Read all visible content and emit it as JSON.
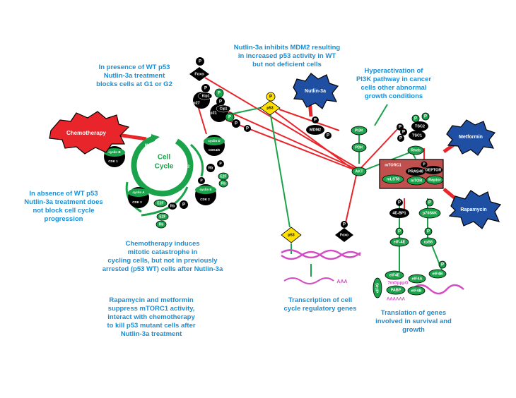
{
  "captions": {
    "nutlin_inhibits": [
      "Nutlin-3a inhibits MDM2 resulting",
      "in increased p53 activity in WT",
      "but not deficient cells"
    ],
    "wt_p53_blocks": [
      "In presence of WT p53",
      "Nutlin-3a treatment",
      "blocks cells at G1 or G2"
    ],
    "pi3k_hyper": [
      "Hyperactivation of",
      "PI3K pathway in cancer",
      "cells other abnormal",
      "growth conditions"
    ],
    "absence_wt": [
      "In absence of WT p53",
      "Nutlin-3a treatment does",
      "not block cell cycle",
      "progression"
    ],
    "chemo_induces": [
      "Chemotherapy induces",
      "mitotic catastrophe in",
      "cycling cells, but not in previously",
      "arrested (p53 WT) cells after Nutlin-3a"
    ],
    "rapa_metformin": [
      "Rapamycin and metformin",
      "suppress mTORC1 activity,",
      "interact with chemotherapy",
      "to kill p53 mutant cells after",
      "Nutlin-3a treatment"
    ],
    "transcription": [
      "Transcription of cell",
      "cycle regulatory genes"
    ],
    "translation": [
      "Translation of genes",
      "involved in survival and",
      "growth"
    ]
  },
  "drugs": {
    "chemotherapy": "Chemotherapy",
    "nutlin": "Nutlin-3a",
    "metformin": "Metformin",
    "rapamycin": "Rapamycin"
  },
  "cell_cycle": {
    "title1": "Cell",
    "title2": "Cycle",
    "phase_m": "M",
    "phase_g1": "G1",
    "phase_s": "S",
    "phase_g2": "G2"
  },
  "labels": {
    "p": "P",
    "foxo": "Foxo",
    "kip1": "Kip1",
    "p27": "p27",
    "p21": "p21",
    "cip1": "Cip1",
    "p53": "p53",
    "mdm2": "MDM2",
    "pi3k": "PI3K",
    "pdk": "PDK",
    "akt": "AKT",
    "tsc2": "TSC2",
    "tsc1": "TSC1",
    "rheb": "Rheb",
    "mtorc1": "mTORC1",
    "pras40": "PRAS40",
    "deptor": "DEPTOR",
    "mlst8": "mLST8",
    "mtor": "mTOR",
    "raptor": "Raptor",
    "bp1": "4E-BP1",
    "p70s6k": "p70S6K",
    "eif4e": "eIF-4E",
    "rps6": "rpS6",
    "eif4e_b": "eIF4E",
    "eif4a": "eIF4A",
    "eif4b": "eIF4B",
    "eif4g": "eIF4G",
    "pabp": "PABP",
    "cap7m": "7mGpppG",
    "polya": "AAAAAA",
    "aaa": "AAA",
    "cyclin_b": "cyclin B",
    "cdk1": "CDK 1",
    "cyclin_d": "cyclin D",
    "cdk46": "CDK4/6",
    "cyclin_a": "cyclin A",
    "cdk2": "CDK 2",
    "cyclin_e": "cyclin E",
    "e2f": "E2F",
    "rb": "Rb"
  },
  "colors": {
    "caption": "#1a8fd6",
    "green": "#1aa34a",
    "red": "#e8252a",
    "drug_blue": "#1f4fa3",
    "p53_yellow": "#ffe000",
    "mtorc1_box": "#c0504d",
    "mrna": "#d24dc4"
  }
}
